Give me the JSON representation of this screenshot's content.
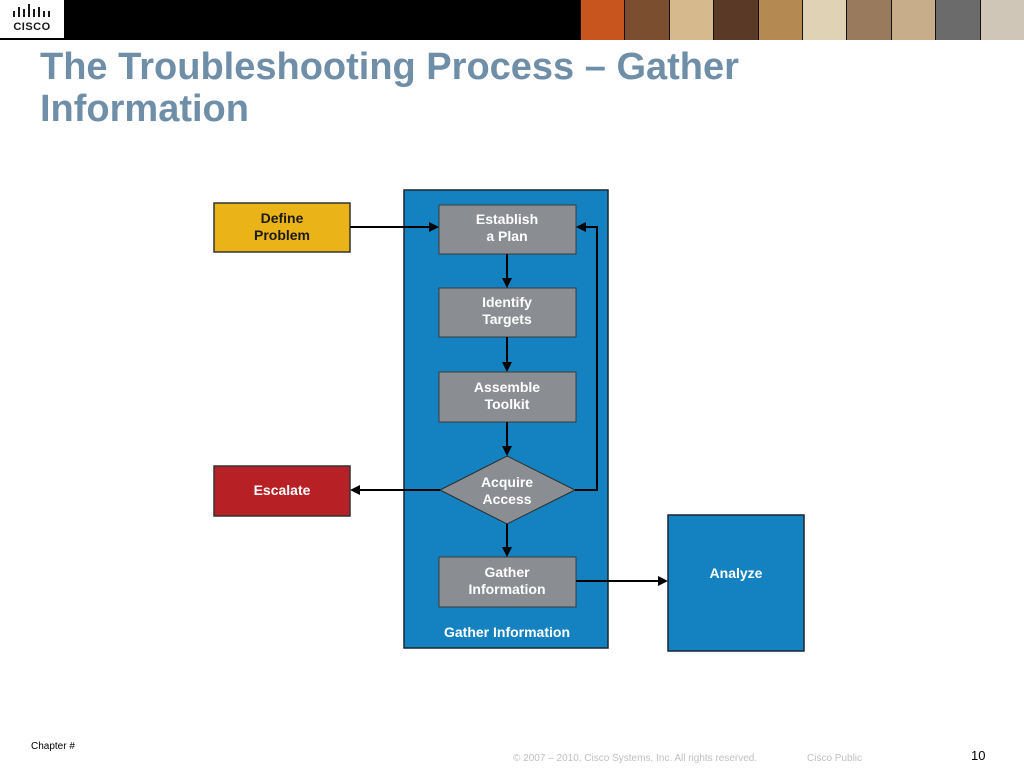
{
  "header": {
    "logo_text": "CISCO",
    "photo_colors": [
      "#c8541e",
      "#7a4e2e",
      "#d7b98e",
      "#5a3a26",
      "#b58a52",
      "#e0d2b4",
      "#9a7a5c",
      "#c7ad8a",
      "#6b6b6b",
      "#cfc6b8"
    ]
  },
  "slide": {
    "title": "The Troubleshooting Process – Gather Information"
  },
  "diagram": {
    "define_problem": "Define\nProblem",
    "escalate": "Escalate",
    "establish_plan": "Establish\na Plan",
    "identify_targets": "Identify\nTargets",
    "assemble_toolkit": "Assemble\nToolkit",
    "acquire_access": "Acquire\nAccess",
    "gather_information_step": "Gather\nInformation",
    "container_label": "Gather Information",
    "analyze": "Analyze",
    "colors": {
      "container": "#1482c0",
      "step": "#8a8e92",
      "define": "#eab419",
      "escalate": "#b72025"
    }
  },
  "footer": {
    "chapter": "Chapter #",
    "copyright": "© 2007 – 2010, Cisco Systems, Inc. All rights reserved.",
    "classification": "Cisco Public",
    "page_number": "10"
  }
}
